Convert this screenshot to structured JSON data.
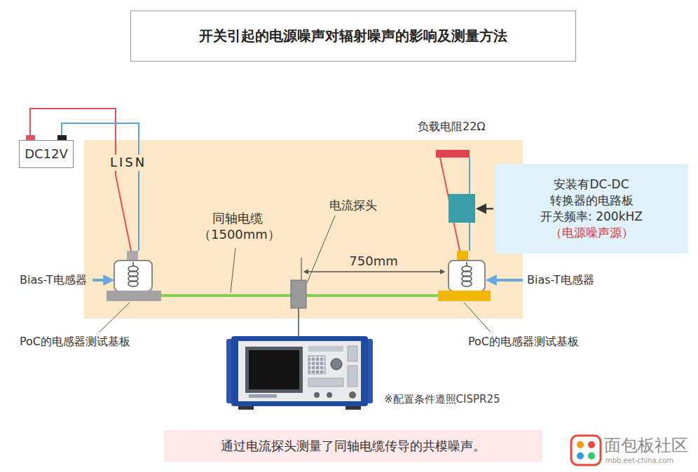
{
  "diagram": {
    "title": "开关引起的电源噪声对辐射噪声的影响及测量方法",
    "caption": "通过电流探头测量了同轴电缆传导的共模噪声。",
    "nodes": [
      {
        "text": [
          "DC12V"
        ]
      },
      {
        "text": [
          "安装有DC-DC 转换器的电路板",
          "开关频率: 200kHZ",
          "（电源噪声源）"
        ]
      }
    ],
    "labels": [
      "LISN",
      "同轴电缆 （1500mm）",
      "电流探头",
      "750mm",
      "负载电阻22Ω",
      "Bias-T电感器",
      "Bias-T电感器",
      "PoC的电感器测试基板",
      "PoC的电感器测试基板",
      "※配置条件遵照CISPR25",
      "面包板社区",
      "mbb.eet-china.com"
    ]
  }
}
